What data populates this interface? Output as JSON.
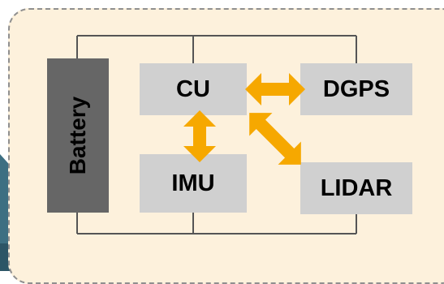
{
  "diagram": {
    "nodes": {
      "battery": "Battery",
      "cu": "CU",
      "dgps": "DGPS",
      "imu": "IMU",
      "lidar": "LIDAR"
    },
    "edges": [
      {
        "from": "CU",
        "to": "DGPS",
        "type": "bidirectional"
      },
      {
        "from": "CU",
        "to": "IMU",
        "type": "bidirectional"
      },
      {
        "from": "CU",
        "to": "LIDAR",
        "type": "bidirectional"
      }
    ],
    "colors": {
      "arrow": "#f6a800",
      "box": "#d0d0d0",
      "battery": "#666666",
      "background": "#fdf1dc"
    }
  }
}
